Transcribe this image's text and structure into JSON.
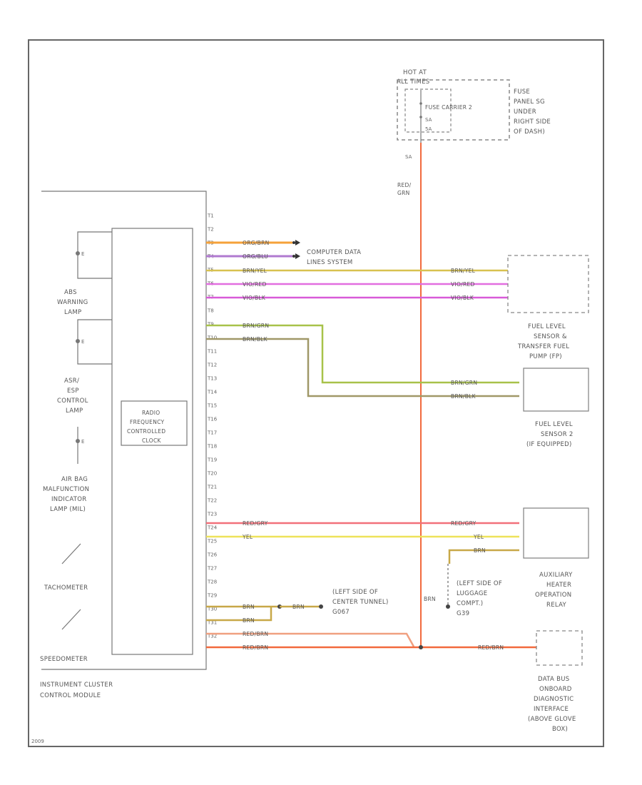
{
  "fuse": {
    "hot_label": [
      "HOT AT",
      "ALL TIMES"
    ],
    "box_label": "FUSE CARRIER 2",
    "fuse_id": "SA",
    "amps": "5A",
    "panel_label": [
      "FUSE",
      "PANEL SG",
      "UNDER",
      "RIGHT SIDE",
      "OF DASH)"
    ],
    "feed_fuse": "SA",
    "feed_wire": [
      "RED/",
      "GRN"
    ]
  },
  "cluster": {
    "abs_label": [
      "ABS",
      "WARNING",
      "LAMP"
    ],
    "asr_label": [
      "ASR/",
      "ESP",
      "CONTROL",
      "LAMP"
    ],
    "airbag_label": [
      "AIR BAG",
      "MALFUNCTION",
      "INDICATOR",
      "LAMP (MIL)"
    ],
    "tach_label": "TACHOMETER",
    "speedo_label": "SPEEDOMETER",
    "radio_label": [
      "RADIO",
      "FREQUENCY",
      "CONTROLLED",
      "CLOCK"
    ],
    "module_label": [
      "INSTRUMENT CLUSTER",
      "CONTROL MODULE"
    ],
    "bulb_symbol": "E",
    "pins": [
      "T1",
      "T2",
      "T3",
      "T4",
      "T5",
      "T6",
      "T7",
      "T8",
      "T9",
      "T10",
      "T11",
      "T12",
      "T13",
      "T14",
      "T15",
      "T16",
      "T17",
      "T18",
      "T19",
      "T20",
      "T21",
      "T22",
      "T23",
      "T24",
      "T25",
      "T26",
      "T27",
      "T28",
      "T29",
      "T30",
      "T31",
      "T32"
    ]
  },
  "wires": {
    "can_h": "ORG/BRN",
    "can_l": "ORG/BLU",
    "w5": "BRN/YEL",
    "w6": "VIO/RED",
    "w7": "VIO/BLK",
    "w9": "BRN/GRN",
    "w10": "BRN/BLK",
    "w23": "RED/GRY",
    "w24": "YEL",
    "w25": "BRN",
    "w29": "BRN",
    "w30": "BRN",
    "w31": "RED/BRN",
    "w32": "RED/BRN",
    "ground": "BRN",
    "relay_brn": "BRN",
    "relay_gnd": "BRN"
  },
  "components": {
    "can_system": [
      "COMPUTER DATA",
      "LINES SYSTEM"
    ],
    "fuel_sensor_1": [
      "FUEL LEVEL",
      "SENSOR &",
      "TRANSFER FUEL",
      "PUMP (FP)"
    ],
    "fuel_sensor_2": [
      "FUEL LEVEL",
      "SENSOR 2",
      "(IF EQUIPPED)"
    ],
    "aux_heater": [
      "AUXILIARY",
      "HEATER",
      "OPERATION",
      "RELAY"
    ],
    "data_bus": [
      "DATA BUS",
      "ONBOARD",
      "DIAGNOSTIC",
      "INTERFACE",
      "(ABOVE GLOVE",
      "BOX)"
    ],
    "ground_tunnel": [
      "(LEFT SIDE OF",
      "CENTER TUNNEL)",
      "G067"
    ],
    "ground_cowl": [
      "(LEFT SIDE OF",
      "LUGGAGE",
      "COMPT.)",
      "G39"
    ]
  },
  "footer": "2009"
}
